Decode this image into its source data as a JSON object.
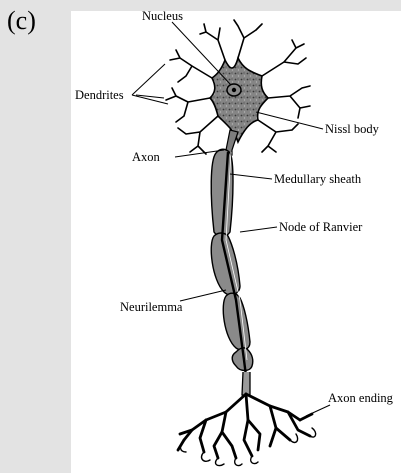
{
  "part_label": "(c)",
  "labels": {
    "nucleus": "Nucleus",
    "dendrites": "Dendrites",
    "nissl_body": "Nissl body",
    "axon": "Axon",
    "medullary_sheath": "Medullary sheath",
    "node_of_ranvier": "Node of Ranvier",
    "neurilemma": "Neurilemma",
    "axon_ending": "Axon ending"
  },
  "colors": {
    "background": "#e3e3e3",
    "panel": "#ffffff",
    "cell_body_fill": "#7d7d7d",
    "sheath_fill": "#8a8a8a",
    "line": "#000000"
  }
}
